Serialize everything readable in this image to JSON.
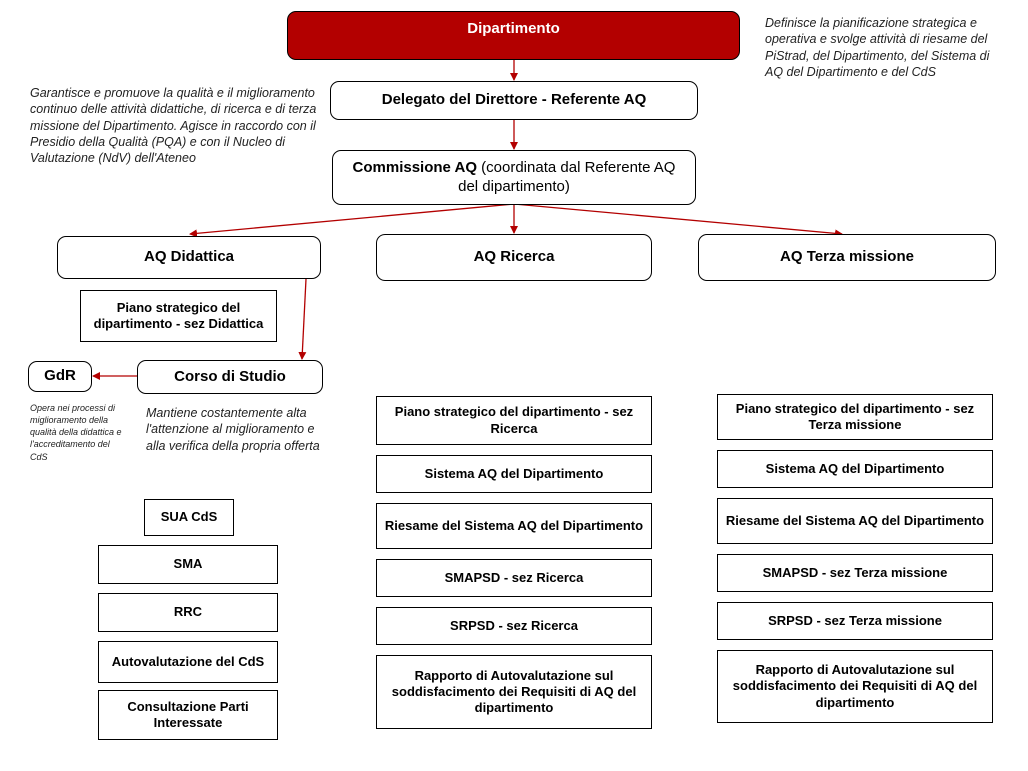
{
  "colors": {
    "department_fill": "#b30000",
    "arrow": "#b30000"
  },
  "department": "Dipartimento",
  "department_note": "Definisce la pianificazione strategica e operativa e svolge attività di riesame del PiStrad, del Dipartimento, del Sistema di AQ del Dipartimento e del CdS",
  "delegate": "Delegato del Direttore - Referente AQ",
  "delegate_note": "Garantisce e promuove la qualità e il miglioramento continuo delle attività didattiche, di ricerca e di terza missione del Dipartimento. Agisce in raccordo con il Presidio della Qualità (PQA) e con il Nucleo di Valutazione (NdV) dell'Ateneo",
  "commission": {
    "bold": "Commissione AQ",
    "rest_1": " (coordinata dal Referente AQ",
    "rest_2": "del dipartimento)"
  },
  "branches": {
    "didattica": "AQ Didattica",
    "ricerca": "AQ Ricerca",
    "terza": "AQ Terza missione"
  },
  "didattica": {
    "piano": "Piano strategico del dipartimento - sez Didattica",
    "corso": "Corso di Studio",
    "gdr": "GdR",
    "gdr_note": "Opera nei processi di miglioramento della qualità della didattica e l'accreditamento del CdS",
    "corso_note": "Mantiene costantemente alta l'attenzione al miglioramento e alla verifica della propria offerta",
    "docs": [
      "SUA CdS",
      "SMA",
      "RRC",
      "Autovalutazione del CdS",
      "Consultazione Parti Interessate"
    ]
  },
  "ricerca_docs": [
    "Piano strategico del dipartimento - sez Ricerca",
    "Sistema AQ del Dipartimento",
    "Riesame del Sistema AQ del Dipartimento",
    "SMAPSD - sez Ricerca",
    "SRPSD - sez Ricerca",
    "Rapporto di Autovalutazione sul soddisfacimento dei Requisiti di AQ del dipartimento"
  ],
  "terza_docs": [
    "Piano strategico del dipartimento - sez Terza missione",
    "Sistema AQ del Dipartimento",
    "Riesame del Sistema AQ del Dipartimento",
    "SMAPSD - sez Terza missione",
    "SRPSD - sez Terza missione",
    "Rapporto di Autovalutazione sul soddisfacimento dei Requisiti di AQ del dipartimento"
  ]
}
